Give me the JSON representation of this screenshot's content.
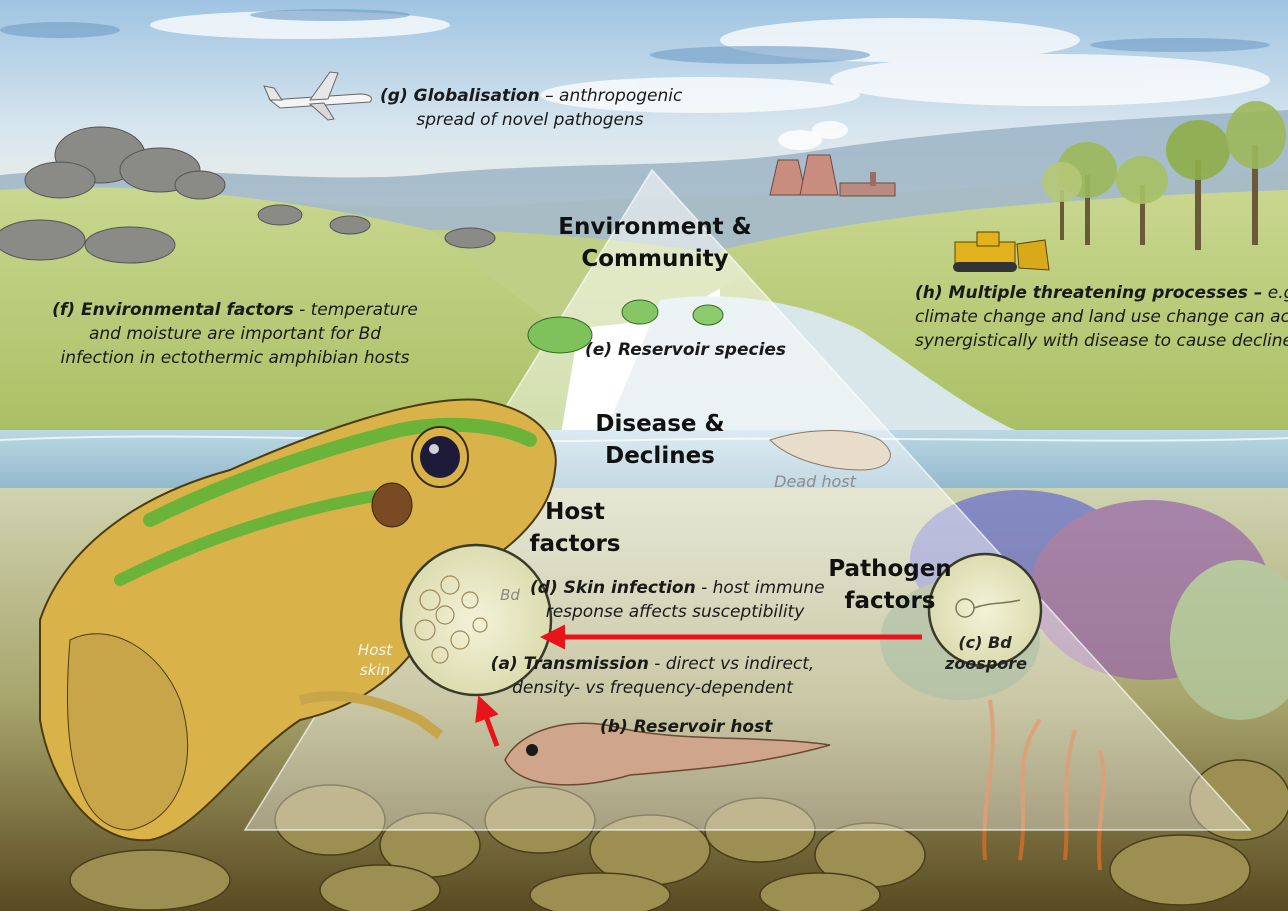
{
  "labels": {
    "g_title": "(g) Globalisation",
    "g_text1": " – anthropogenic",
    "g_text2": "spread of novel pathogens",
    "env_comm_1": "Environment &",
    "env_comm_2": "Community",
    "f_title": "(f) Environmental factors",
    "f_text1": " - temperature",
    "f_text2": "and moisture are important for Bd",
    "f_text3": "infection in ectothermic amphibian hosts",
    "h_title": "(h) Multiple threatening processes –",
    "h_text1": " e.g.",
    "h_text2": "climate change and land use change can act",
    "h_text3": "synergistically with disease to cause declines",
    "e_title": "(e) Reservoir species",
    "disease_1": "Disease &",
    "disease_2": "Declines",
    "dead_host": "Dead host",
    "host_factors_1": "Host",
    "host_factors_2": "factors",
    "pathogen_factors_1": "Pathogen",
    "pathogen_factors_2": "factors",
    "d_title": "(d) Skin infection",
    "d_text1": " - host immune",
    "d_text2": "response affects susceptibility",
    "bd_inset": "Bd",
    "host_skin_1": "Host",
    "host_skin_2": "skin",
    "c_title_1": "(c) Bd",
    "c_title_2": "zoospore",
    "a_title": "(a) Transmission",
    "a_text1": " - direct vs indirect,",
    "a_text2": "density- vs frequency-dependent",
    "b_title": "(b) Reservoir host"
  },
  "colors": {
    "arrow": "#e8141a",
    "sky": "#b8d4e8",
    "grass": "#b9cc7a",
    "water": "#9fc3d6",
    "frog_green": "#6cb33a",
    "frog_gold": "#d9b24a"
  },
  "icons": [
    "airplane-icon",
    "power-station-icon",
    "bulldozer-icon",
    "tree-icon",
    "frog-icon",
    "tadpole-icon",
    "zoospore-icon"
  ]
}
